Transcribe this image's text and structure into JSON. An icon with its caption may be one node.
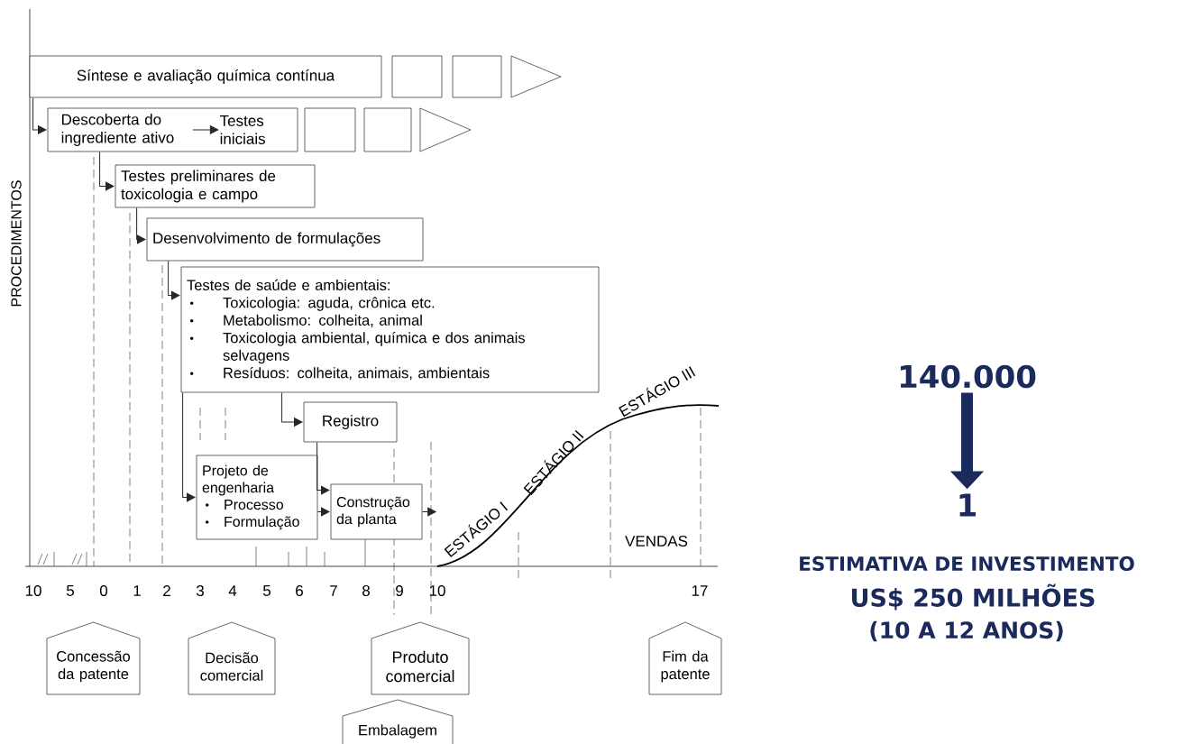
{
  "diagram": {
    "nodes": [
      {
        "text": [
          "Síntese e avaliação química contínua"
        ]
      },
      {
        "text": [],
        "shape": "box"
      },
      {
        "text": [],
        "shape": "box"
      },
      {
        "text": [],
        "shape": "triangle"
      },
      {
        "text": [],
        "shape": "box"
      },
      {
        "text": [
          "Descoberta do ingrediente ativo"
        ],
        "in": 4
      },
      {
        "text": [
          "Testes iniciais"
        ],
        "in": 4
      },
      {
        "text": [],
        "shape": "box"
      },
      {
        "text": [],
        "shape": "box"
      },
      {
        "text": [],
        "shape": "triangle"
      },
      {
        "text": [
          "Testes preliminares de toxicologia e campo"
        ]
      },
      {
        "text": [
          "Desenvolvimento de formulações"
        ]
      },
      {
        "text": [
          "Testes de saúde e ambientais:",
          "Toxicologia: aguda, crônica etc.",
          "Metabolismo: colheita, animal",
          "Toxicologia ambiental, química e dos animais selvagens",
          "Resíduos: colheita, animais, ambientais"
        ]
      },
      {
        "text": [
          "Registro"
        ]
      },
      {
        "text": [
          "Projeto de engenharia",
          "Processo",
          "Formulação"
        ]
      },
      {
        "text": [
          "Construção da planta"
        ]
      },
      {
        "text": [
          "Concessão da patente"
        ]
      },
      {
        "text": [
          "Decisão comercial"
        ]
      },
      {
        "text": [
          "Produto comercial"
        ]
      },
      {
        "text": [
          "Embalagem"
        ]
      },
      {
        "text": [
          "Fim da patente"
        ]
      },
      {
        "text": [
          "140.000"
        ]
      },
      {
        "text": [
          "1"
        ]
      },
      {
        "text": [],
        "shape": "curve"
      }
    ],
    "edges": [
      {
        "from": 0,
        "to": 4,
        "arrow": "to"
      },
      {
        "from": 5,
        "to": 6,
        "arrow": "to"
      },
      {
        "from": 4,
        "to": 10,
        "arrow": "to"
      },
      {
        "from": 10,
        "to": 11,
        "arrow": "to"
      },
      {
        "from": 11,
        "to": 12,
        "arrow": "to"
      },
      {
        "from": 12,
        "to": 13,
        "arrow": "to"
      },
      {
        "from": 12,
        "to": 14,
        "arrow": "to"
      },
      {
        "from": 13,
        "to": 15,
        "arrow": "to"
      },
      {
        "from": 14,
        "to": 15,
        "arrow": "to"
      },
      {
        "from": 15,
        "to": 23,
        "arrow": "to"
      },
      {
        "from": 21,
        "to": 22,
        "arrow": "to",
        "style": "thick",
        "color": "#1b2a5c"
      }
    ],
    "labels": [
      "PROCEDIMENTOS",
      "10",
      "5",
      "0",
      "1",
      "2",
      "3",
      "4",
      "5",
      "6",
      "7",
      "8",
      "9",
      "10",
      "17",
      "ESTÁGIO I",
      "ESTÁGIO II",
      "ESTÁGIO III",
      "VENDAS",
      "ESTIMATIVA DE INVESTIMENTO",
      "US$ 250 MILHÕES",
      "(10 A 12 ANOS)"
    ]
  }
}
